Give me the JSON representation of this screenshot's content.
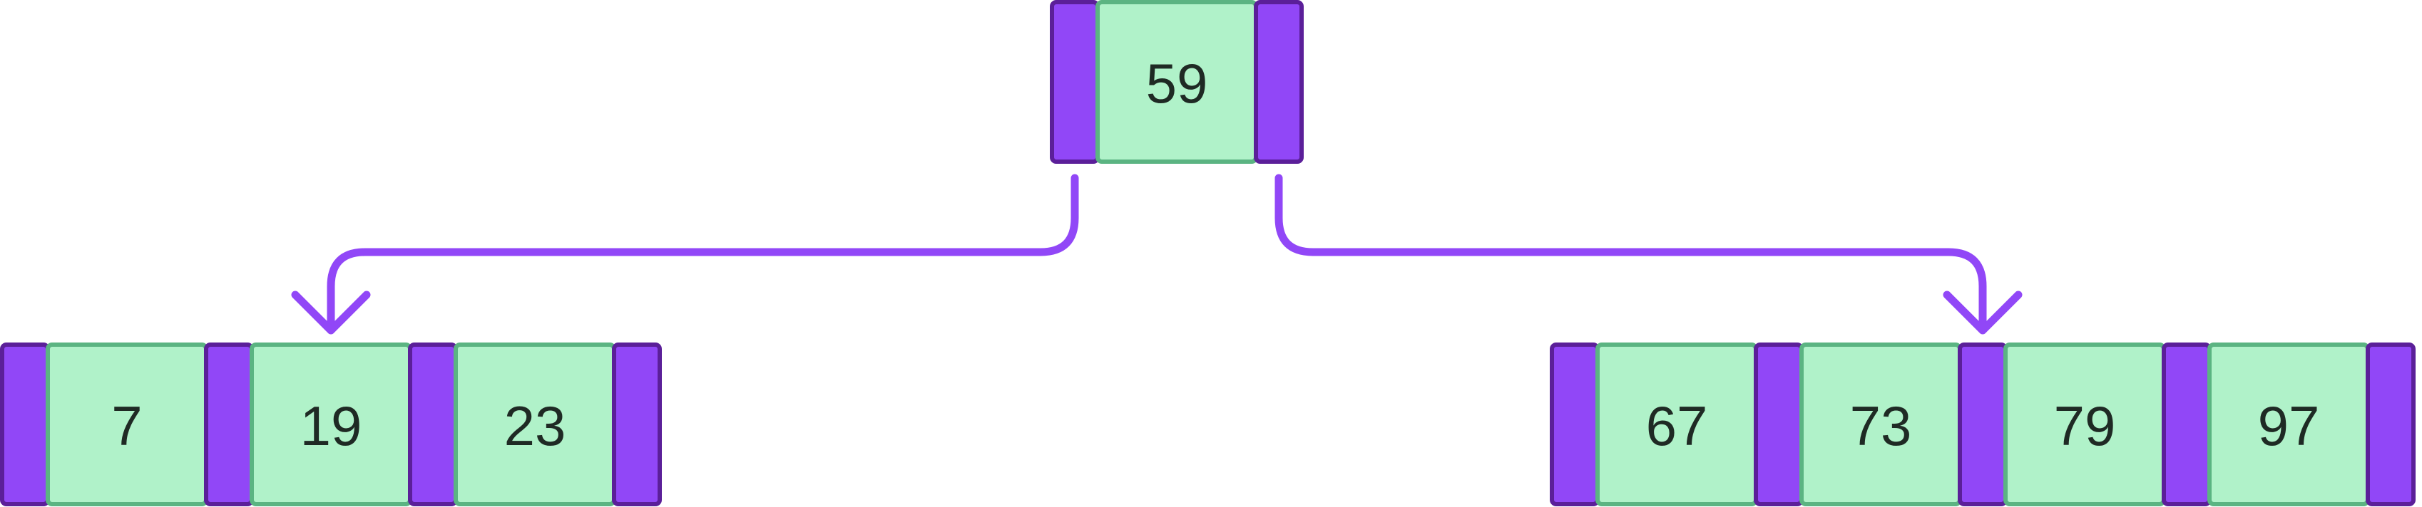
{
  "colors": {
    "key_fill": "#b0f2c9",
    "key_stroke": "#5bb482",
    "pointer_fill": "#9147f7",
    "pointer_stroke": "#5b1f99",
    "arrow": "#9147f7",
    "text": "#1f2a24"
  },
  "tree": {
    "root": {
      "keys": [
        "59"
      ]
    },
    "children": [
      {
        "keys": [
          "7",
          "19",
          "23"
        ]
      },
      {
        "keys": [
          "67",
          "73",
          "79",
          "97"
        ]
      }
    ]
  }
}
